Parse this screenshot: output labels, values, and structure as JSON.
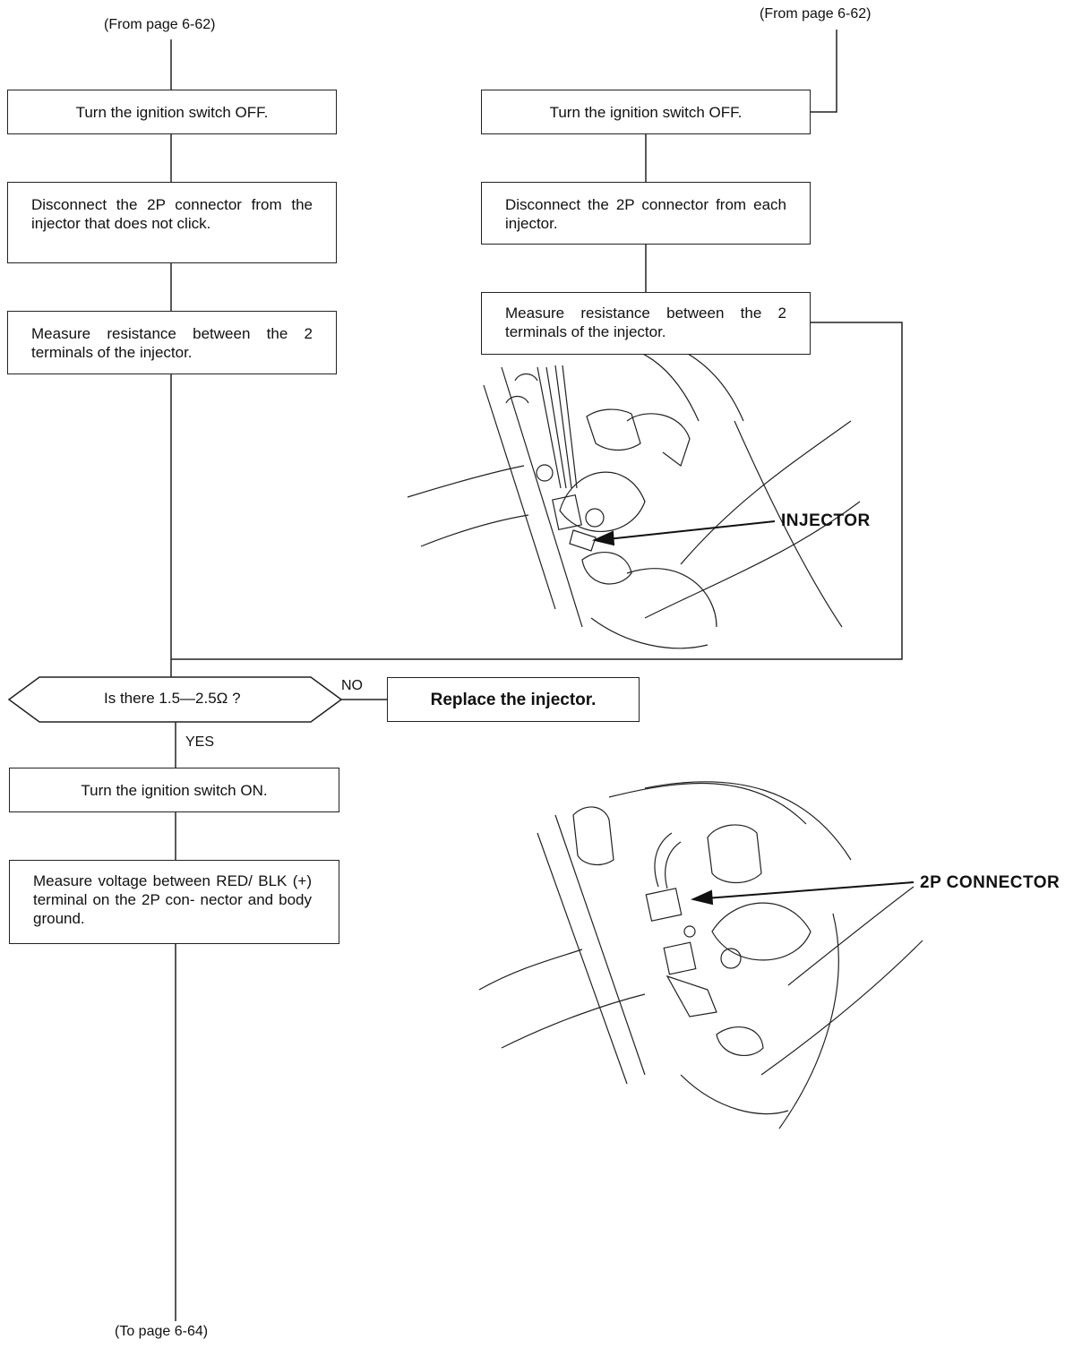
{
  "refs": {
    "from_left": "(From page 6-62)",
    "from_right": "(From page 6-62)",
    "to_bottom": "(To page 6-64)"
  },
  "left_column": {
    "step1": "Turn the ignition switch OFF.",
    "step2": "Disconnect the 2P connector from the injector that does not click.",
    "step3": "Measure resistance between the 2 terminals of the injector."
  },
  "right_column": {
    "step1": "Turn the ignition switch OFF.",
    "step2": "Disconnect the 2P connector from each injector.",
    "step3": "Measure resistance between the 2 terminals of the injector."
  },
  "decision": {
    "question": "Is there 1.5—2.5Ω ?",
    "no_label": "NO",
    "yes_label": "YES",
    "no_action": "Replace the injector."
  },
  "after_yes": {
    "step1": "Turn the ignition switch ON.",
    "step2": "Measure voltage between RED/ BLK (+) terminal on the 2P con- nector and body ground."
  },
  "callouts": {
    "injector": "INJECTOR",
    "connector": "2P CONNECTOR"
  }
}
